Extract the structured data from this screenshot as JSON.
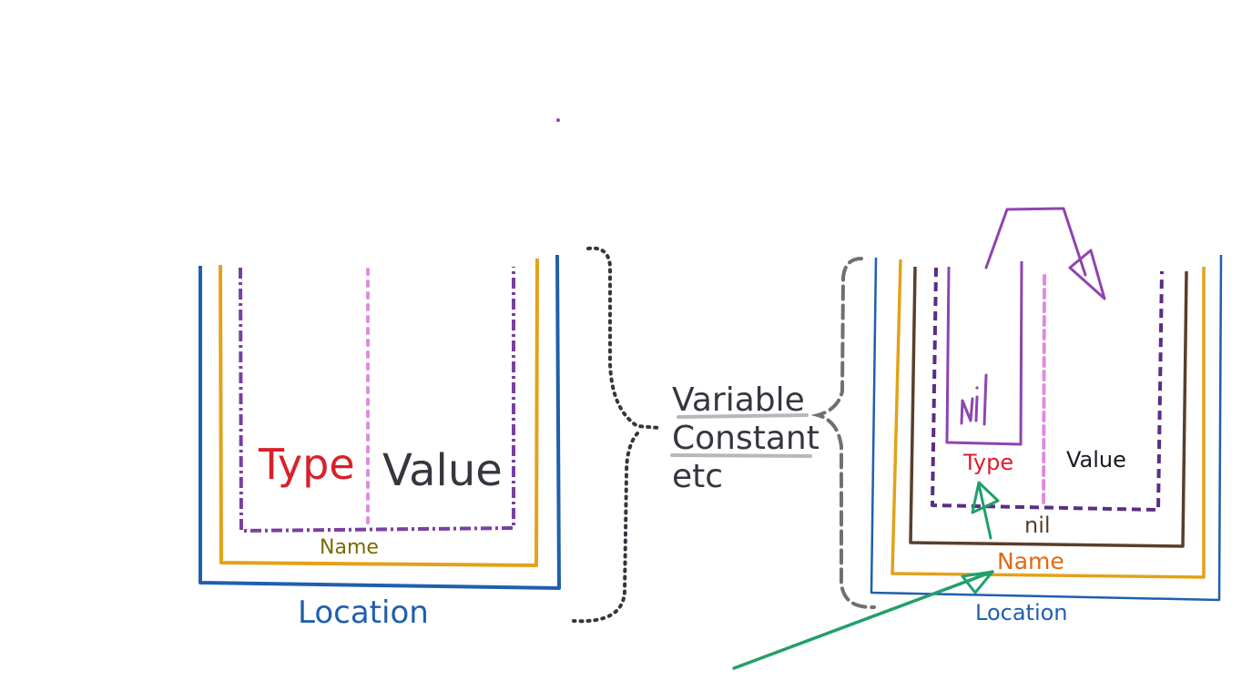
{
  "left_diagram": {
    "type_label": "Type",
    "value_label": "Value",
    "name_label": "Name",
    "location_label": "Location"
  },
  "middle": {
    "items": [
      "Variable",
      "Constant",
      "etc"
    ]
  },
  "right_diagram": {
    "type_label": "Type",
    "value_label": "Value",
    "nil_label": "nil",
    "name_label": "Name",
    "location_label": "Location",
    "handwritten_nil": "Nil"
  },
  "colors": {
    "location": "#1f5fae",
    "name": "#e3a21a",
    "type": "#d9202a",
    "value": "#363640",
    "outline_purple": "#7b3fa0",
    "pink_divider": "#df8be0",
    "name_text_left": "#7a6a00",
    "name_text_right": "#e06a10",
    "brown": "#5a3e2a",
    "green_arrow": "#21a06a",
    "gray_brace": "#707070",
    "dark_brace": "#363640",
    "pointer_purple": "#8e44b0"
  }
}
